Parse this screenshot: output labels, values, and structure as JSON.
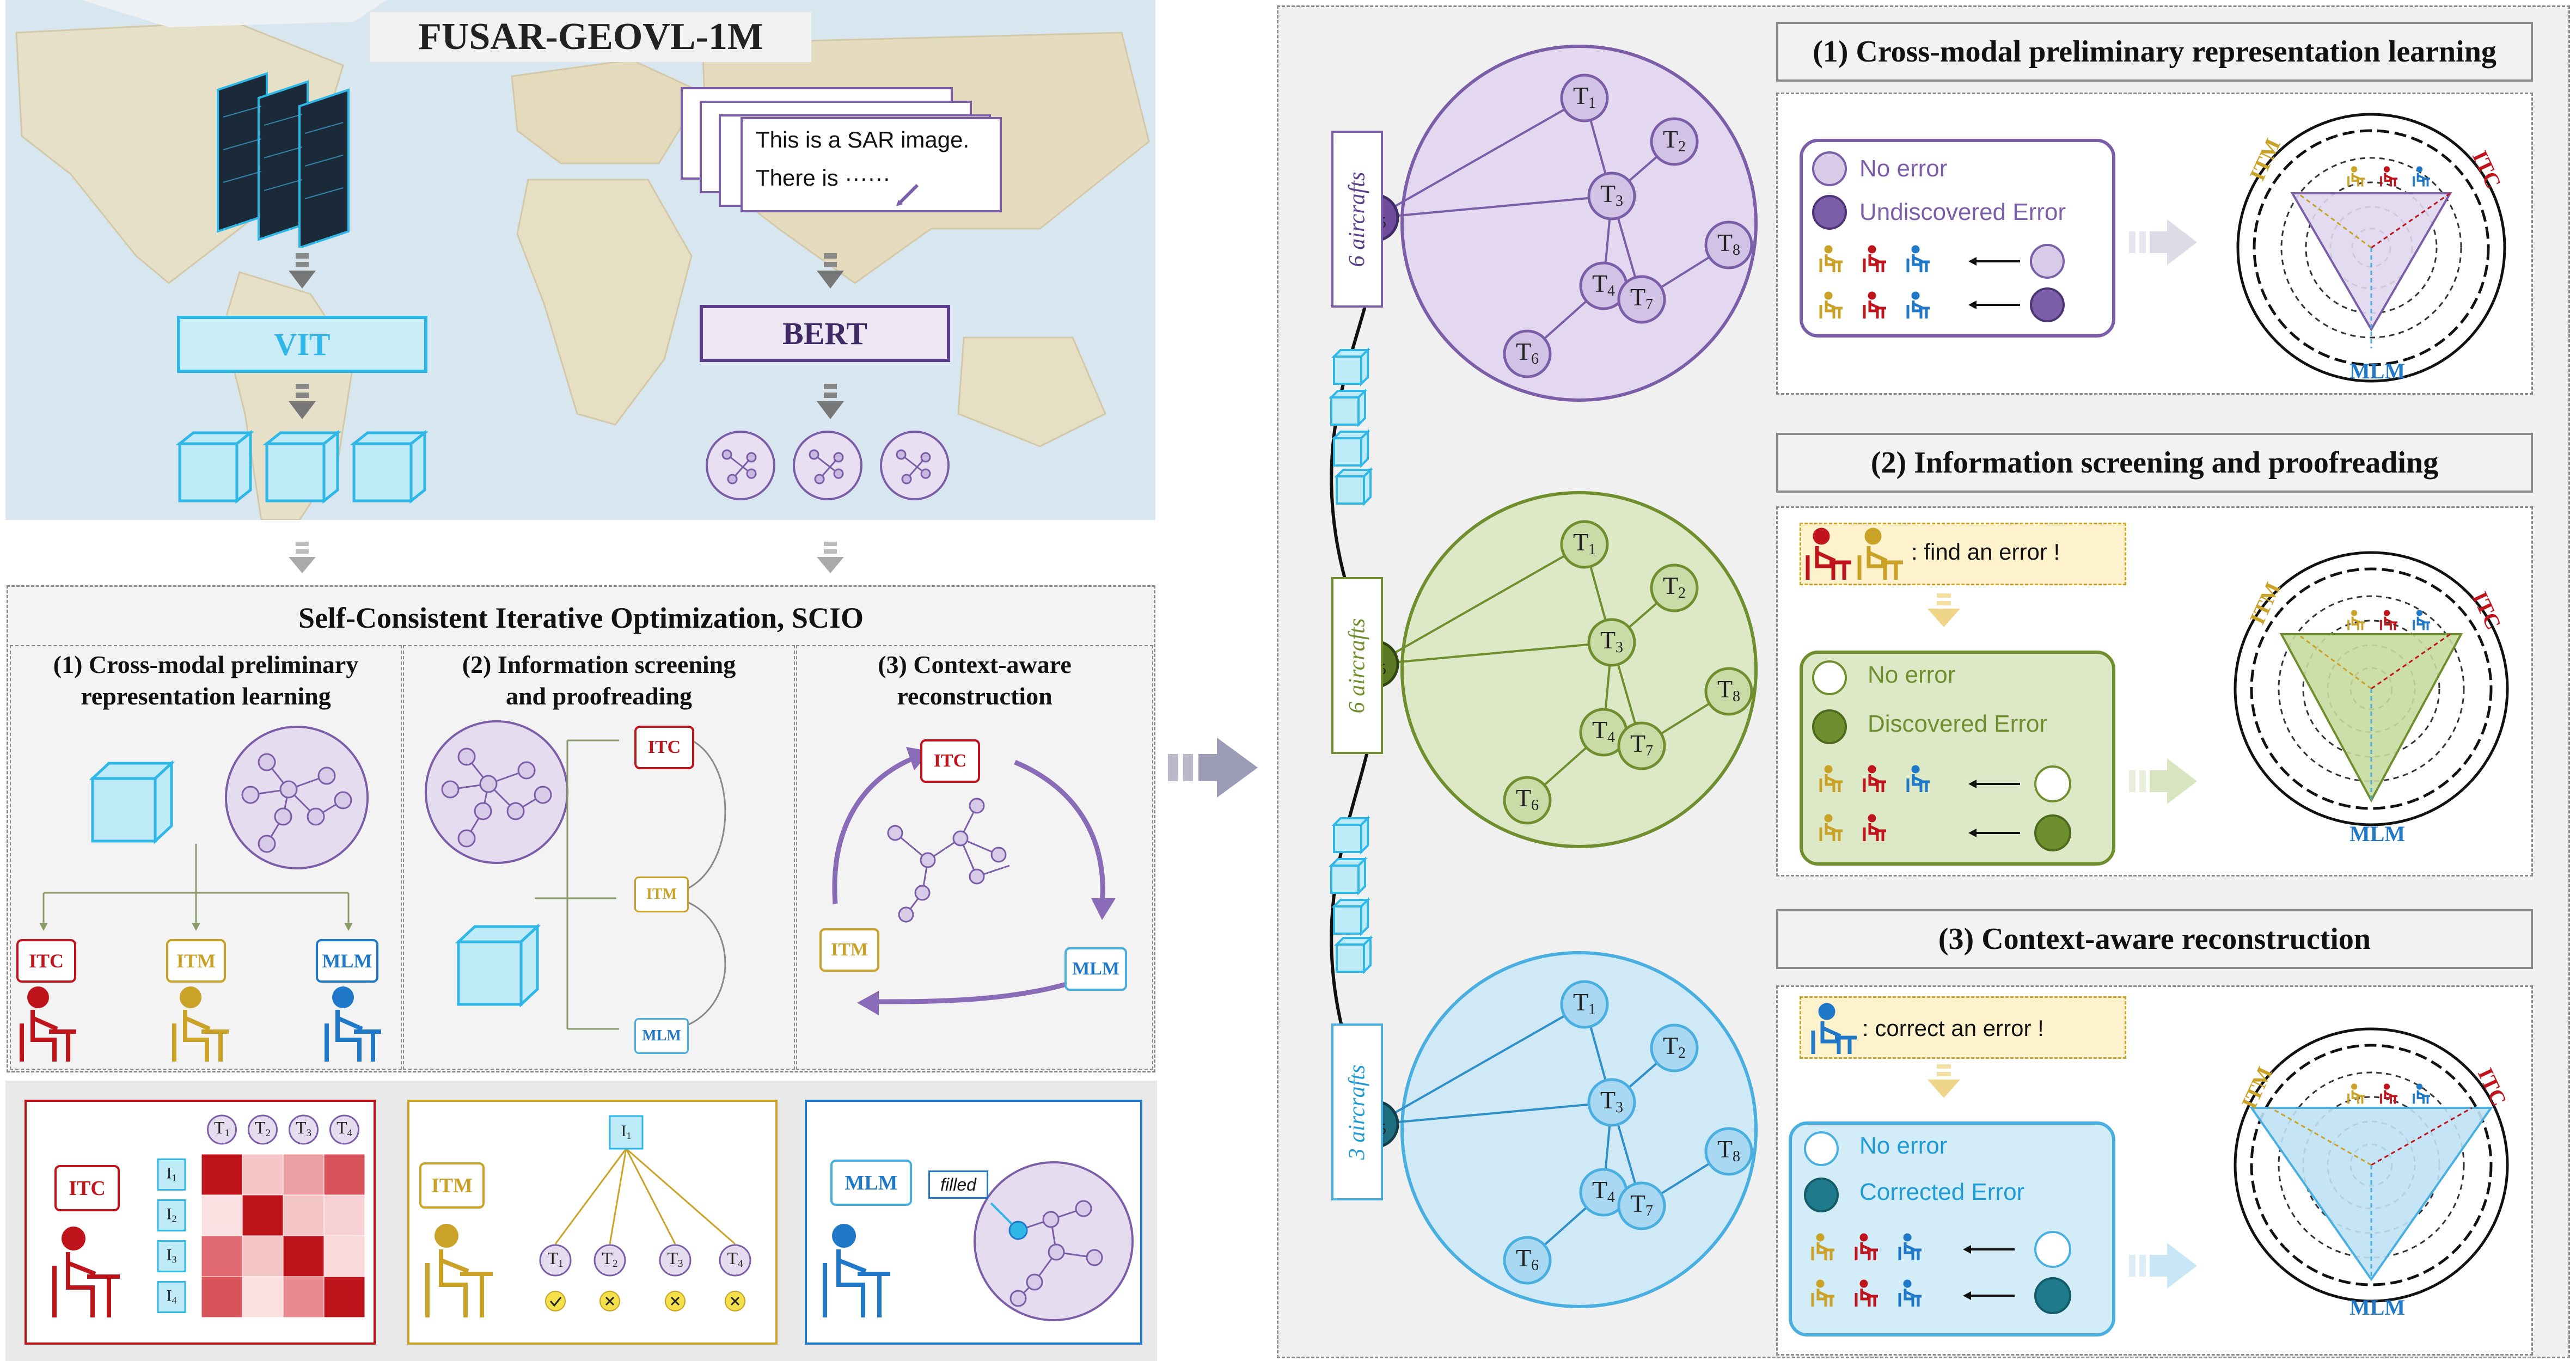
{
  "header": {
    "title": "FUSAR-GEOVL-1M"
  },
  "encoders": {
    "vision": "VIT",
    "text": "BERT"
  },
  "caption": {
    "line1": "This is a SAR image.",
    "line2": "There is ······"
  },
  "scio": {
    "title": "Self-Consistent Iterative Optimization, SCIO",
    "col1": {
      "line1": "(1) Cross-modal preliminary",
      "line2": "representation learning"
    },
    "col2": {
      "line1": "(2) Information screening",
      "line2": "and proofreading"
    },
    "col3": {
      "line1": "(3) Context-aware",
      "line2": "reconstruction"
    }
  },
  "tasks": {
    "itc": "ITC",
    "itm": "ITM",
    "mlm": "MLM"
  },
  "bottom": {
    "itc_texts": [
      "T1",
      "T2",
      "T3",
      "T4"
    ],
    "itc_images": [
      "I1",
      "I2",
      "I3",
      "I4"
    ],
    "itm_image": "I1",
    "itm_texts": [
      "T1",
      "T2",
      "T3",
      "T4"
    ],
    "filled_label": "filled"
  },
  "graph_nodes": [
    "T1",
    "T2",
    "T3",
    "T4",
    "T5",
    "T6",
    "T7",
    "T8"
  ],
  "stages": [
    {
      "side_label": "6 aircrafts",
      "title": "(1) Cross-modal preliminary representation learning",
      "legend_no_error": "No error",
      "legend_error": "Undiscovered Error"
    },
    {
      "side_label": "6 aircrafts",
      "title": "(2) Information screening and proofreading",
      "finder_text": ": find an error !",
      "legend_no_error": "No error",
      "legend_error": "Discovered Error"
    },
    {
      "side_label": "3 aircrafts",
      "title": "(3) Context-aware reconstruction",
      "finder_text": ": correct an error !",
      "legend_no_error": "No error",
      "legend_error": "Corrected Error"
    }
  ],
  "colors": {
    "itc": "#c0141c",
    "itm": "#c9a227",
    "mlm": "#1f78c8",
    "purple": "#7b5ea7",
    "green": "#6f8f2e",
    "blue": "#49aee0",
    "cyan": "#2fb7e8"
  }
}
